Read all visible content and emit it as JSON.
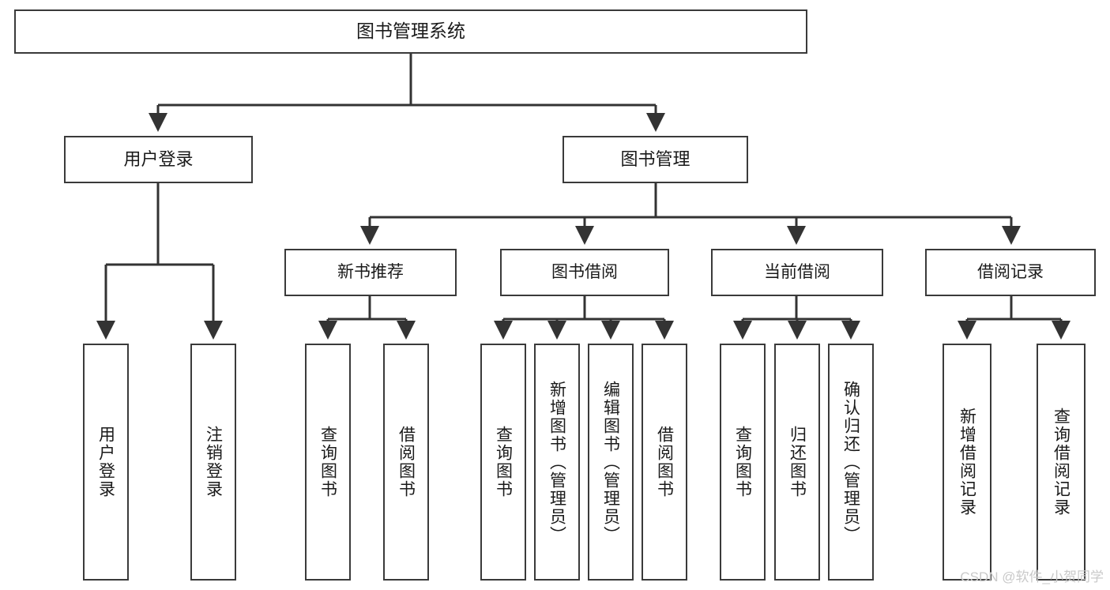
{
  "diagram": {
    "title": "图书管理系统",
    "type": "tree-hierarchy",
    "root": {
      "label": "图书管理系统"
    },
    "level1": [
      {
        "label": "用户登录"
      },
      {
        "label": "图书管理"
      }
    ],
    "level2": [
      {
        "label": "新书推荐"
      },
      {
        "label": "图书借阅"
      },
      {
        "label": "当前借阅"
      },
      {
        "label": "借阅记录"
      }
    ],
    "leaves": {
      "user_login": [
        {
          "label": "用户登录"
        },
        {
          "label": "注销登录"
        }
      ],
      "new_book": [
        {
          "label": "查询图书"
        },
        {
          "label": "借阅图书"
        }
      ],
      "borrow": [
        {
          "label": "查询图书"
        },
        {
          "label": "新增图书（管理员）"
        },
        {
          "label": "编辑图书（管理员）"
        },
        {
          "label": "借阅图书"
        }
      ],
      "current": [
        {
          "label": "查询图书"
        },
        {
          "label": "归还图书"
        },
        {
          "label": "确认归还（管理员）"
        }
      ],
      "records": [
        {
          "label": "新增借阅记录"
        },
        {
          "label": "查询借阅记录"
        }
      ]
    }
  },
  "watermark": {
    "text": "CSDN @软件_小贺同学"
  },
  "colors": {
    "background": "#ffffff",
    "box_border": "#3a3a3a",
    "box_fill": "#ffffff",
    "text": "#1a1a1a",
    "edge": "#333333",
    "watermark": "#c9c9c9"
  }
}
